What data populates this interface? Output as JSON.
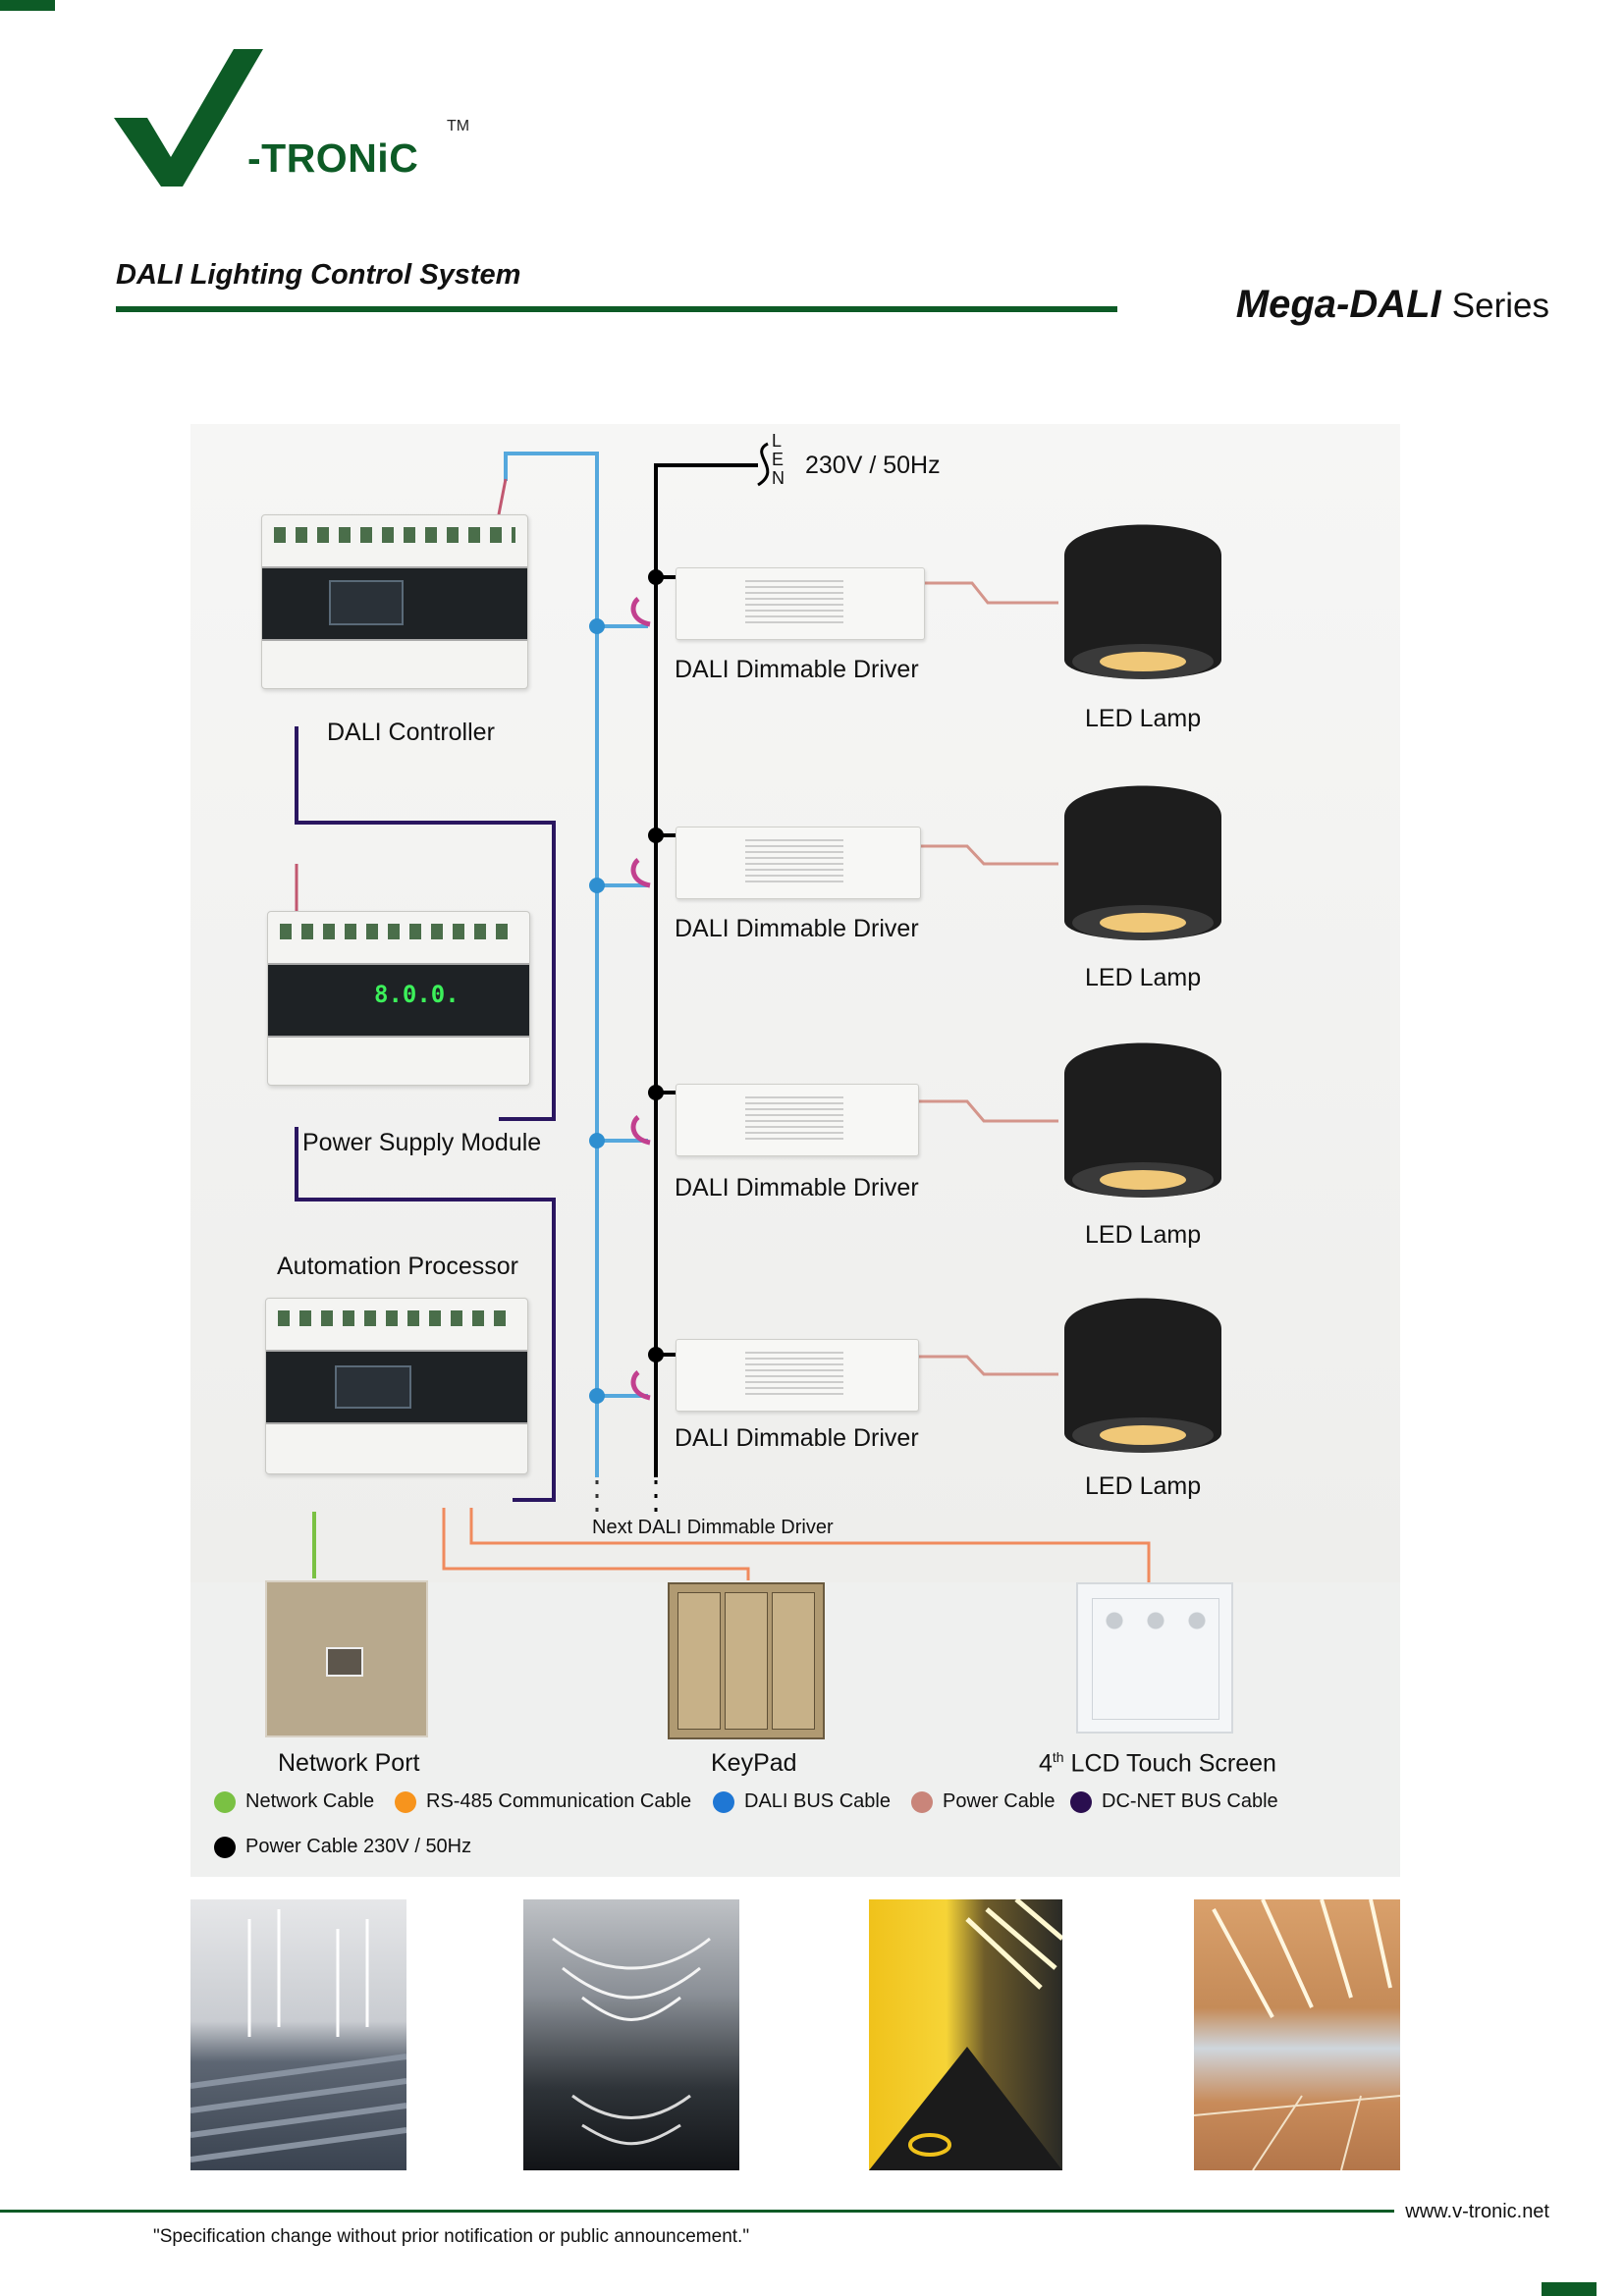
{
  "header": {
    "brand": "-TRONiC",
    "trademark": "TM",
    "document_title": "DALI Lighting Control System",
    "series_bold": "Mega-DALI",
    "series_word": "Series"
  },
  "diagram": {
    "mains_phases": [
      "L",
      "E",
      "N"
    ],
    "mains_label": "230V / 50Hz",
    "modules": {
      "controller": "DALI Controller",
      "power_supply": "Power Supply Module",
      "automation": "Automation Processor"
    },
    "driver_label": "DALI Dimmable Driver",
    "lamp_label": "LED Lamp",
    "next_driver_label": "Next DALI Dimmable Driver",
    "psu_display": "8.0.0.",
    "devices": {
      "network_port": "Network Port",
      "keypad": "KeyPad",
      "touch_screen_num": "4",
      "touch_screen_sup": "th",
      "touch_screen_rest": "LCD Touch Screen"
    },
    "legend": [
      {
        "label": "Network Cable",
        "color": "#7ac143"
      },
      {
        "label": "RS-485 Communication Cable",
        "color": "#f7941d"
      },
      {
        "label": "DALI BUS Cable",
        "color": "#1f77d4"
      },
      {
        "label": "Power Cable",
        "color": "#c9857a"
      },
      {
        "label": "DC-NET BUS Cable",
        "color": "#2a0e4f"
      },
      {
        "label": "Power Cable 230V / 50Hz",
        "color": "#000000"
      }
    ]
  },
  "colors": {
    "brand_green": "#0d5b26",
    "dali_bus": "#55a8dd",
    "dcnet_bus": "#2a1660",
    "power_cable": "#d4958b",
    "rs485": "#f08a5d",
    "network": "#7ac143",
    "mains": "#000000"
  },
  "footer": {
    "url": "www.v-tronic.net",
    "disclaimer": "\"Specification change without prior notification or public announcement.\""
  }
}
